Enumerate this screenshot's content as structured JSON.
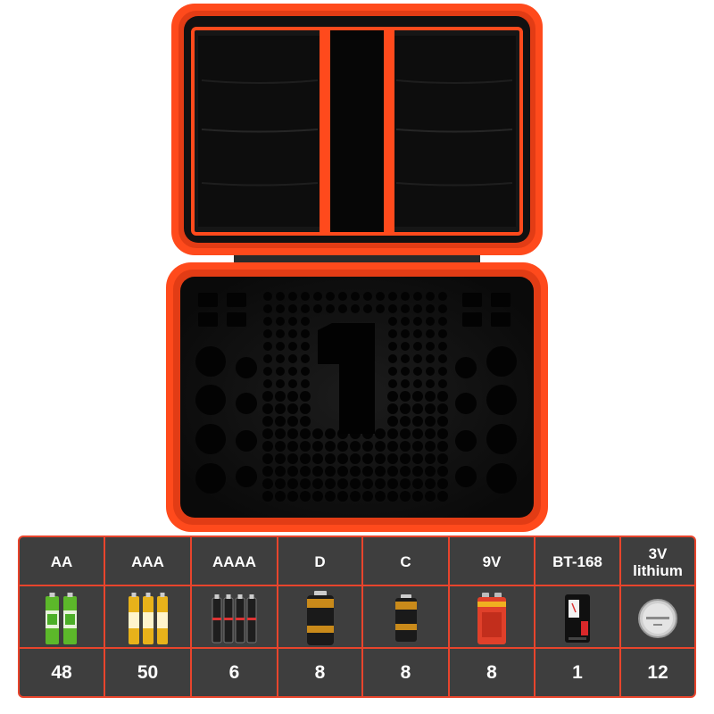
{
  "colors": {
    "accent": "#e8442c",
    "case_shell": "#ff4a1c",
    "foam": "#141414",
    "table_bg": "#3e3e3e",
    "text": "#ffffff"
  },
  "case": {
    "top_lid": "mesh-pocket-lid",
    "bottom_tray": "foam-battery-organizer"
  },
  "battery_table": {
    "columns": [
      {
        "type": "AA",
        "count": "48",
        "icon": "aa-battery-icon"
      },
      {
        "type": "AAA",
        "count": "50",
        "icon": "aaa-battery-icon"
      },
      {
        "type": "AAAA",
        "count": "6",
        "icon": "aaaa-battery-icon"
      },
      {
        "type": "D",
        "count": "8",
        "icon": "d-battery-icon"
      },
      {
        "type": "C",
        "count": "8",
        "icon": "c-battery-icon"
      },
      {
        "type": "9V",
        "count": "8",
        "icon": "9v-battery-icon"
      },
      {
        "type": "BT-168",
        "count": "1",
        "icon": "battery-tester-icon"
      },
      {
        "type_line1": "3V",
        "type_line2": "lithium",
        "count": "12",
        "icon": "coin-cell-icon"
      }
    ]
  }
}
